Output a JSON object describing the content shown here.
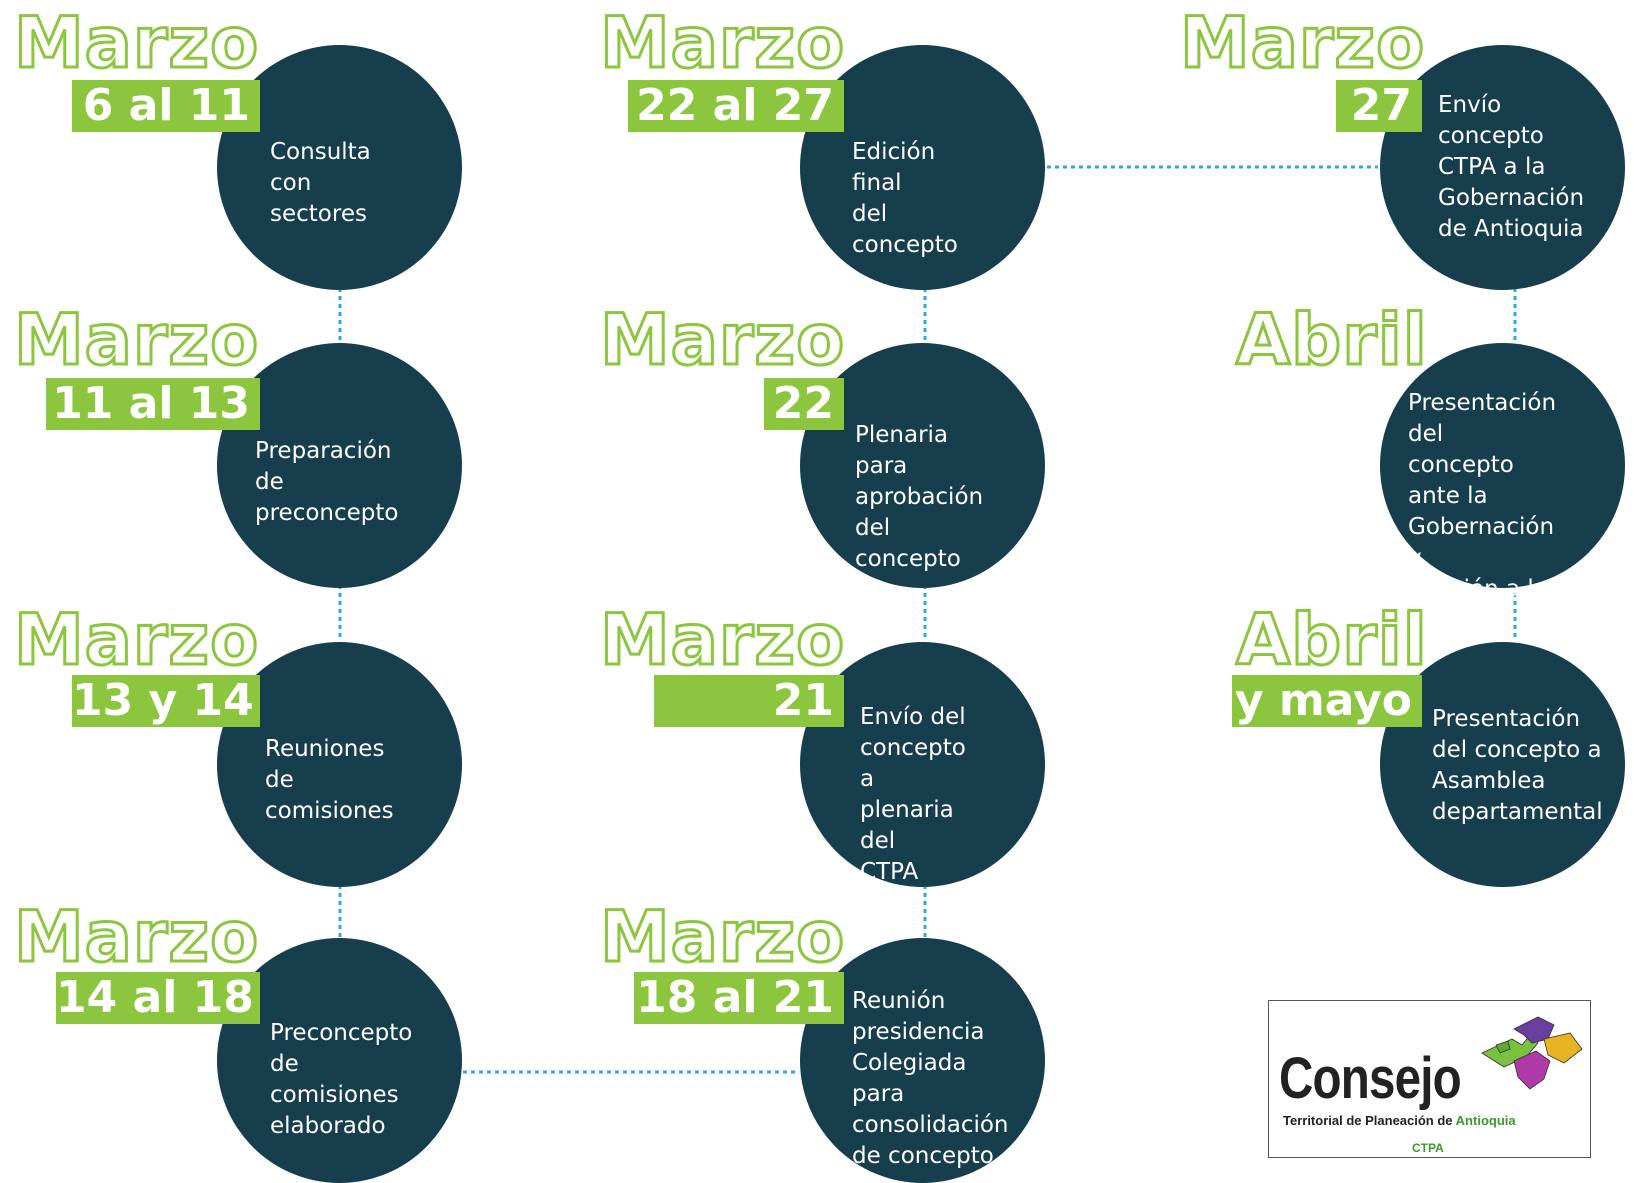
{
  "diagram": {
    "steps": [
      {
        "month": "Marzo",
        "dates": "6 al 11",
        "text": "Consulta\ncon sectores"
      },
      {
        "month": "Marzo",
        "dates": "11 al 13",
        "text": "Preparación de\npreconcepto"
      },
      {
        "month": "Marzo",
        "dates": "13 y 14",
        "text": "Reuniones de\ncomisiones"
      },
      {
        "month": "Marzo",
        "dates": "14 al 18",
        "text": "Preconcepto\nde comisiones\nelaborado"
      },
      {
        "month": "Marzo",
        "dates": "18 al 21",
        "text": "Reunión\npresidencia\nColegiada para\nconsolidación\nde concepto"
      },
      {
        "month": "Marzo",
        "dates": "21",
        "text": "Envío del\nconcepto a\nplenaria del\nCTPA"
      },
      {
        "month": "Marzo",
        "dates": "22",
        "text": "Plenaria para\naprobación\ndel concepto"
      },
      {
        "month": "Marzo",
        "dates": "22 al 27",
        "text": "Edición final\ndel concepto"
      },
      {
        "month": "Marzo",
        "dates": "27",
        "text": "Envío\nconcepto\nCTPA a la\nGobernación\nde Antioquia"
      },
      {
        "month": "Abril",
        "dates": "",
        "text": "Presentación del\nconcepto ante la\nGobernación y\ndifusión a la\nsociedad civil"
      },
      {
        "month": "Abril",
        "dates": "y mayo",
        "text": "Presentación\ndel concepto a\nAsamblea\ndepartamental"
      }
    ]
  },
  "logo": {
    "word": "Consejo",
    "subtitle_main": "Territorial de Planeación de ",
    "subtitle_highlight": "Antioquia",
    "acronym": "CTPA"
  },
  "colors": {
    "circle": "#173e4d",
    "accent_green": "#8cc63f",
    "connector": "#29abe2"
  }
}
